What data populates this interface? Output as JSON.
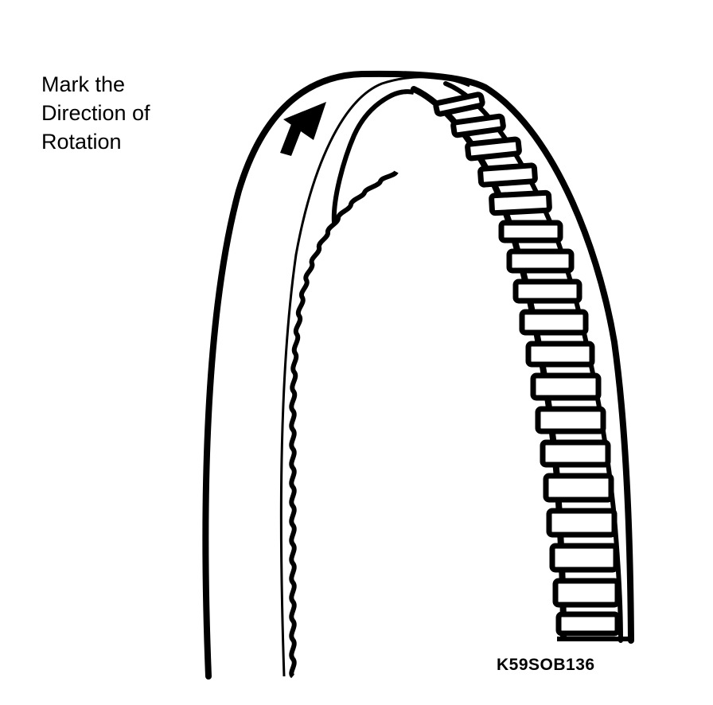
{
  "instruction": {
    "line1": "Mark the",
    "line2": "Direction of",
    "line3": "Rotation"
  },
  "figure_code": "K59SOB136",
  "colors": {
    "ink": "#000000",
    "paper": "#ffffff"
  },
  "icons": {
    "arrow": "direction-arrow-icon",
    "belt": "timing-belt-illustration"
  }
}
